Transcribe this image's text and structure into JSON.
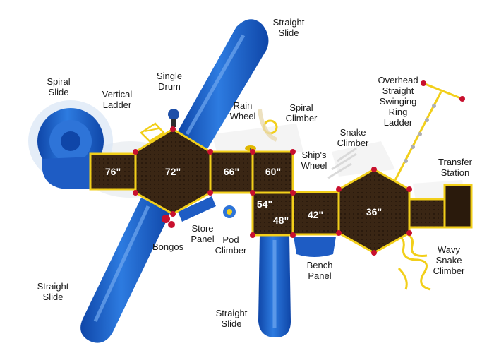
{
  "diagram": {
    "colors": {
      "deck": "#3a2614",
      "deck_dark": "#2a1a0c",
      "slide_blue": "#1e63c9",
      "slide_light": "#6fa6ee",
      "frame_yellow": "#f2cf1a",
      "post_red": "#c8102e",
      "roof_grey": "#d8d8d8"
    },
    "deck_heights": {
      "d76": "76\"",
      "d72": "72\"",
      "d66": "66\"",
      "d60": "60\"",
      "d54": "54\"",
      "d48": "48\"",
      "d42": "42\"",
      "d36": "36\""
    },
    "labels": {
      "spiral_slide": "Spiral\nSlide",
      "vertical_ladder": "Vertical\nLadder",
      "single_drum": "Single\nDrum",
      "straight_slide_top": "Straight\nSlide",
      "rain_wheel": "Rain\nWheel",
      "spiral_climber": "Spiral\nClimber",
      "snake_climber": "Snake\nClimber",
      "ships_wheel": "Ship's\nWheel",
      "overhead_ladder": "Overhead\nStraight\nSwinging\nRing\nLadder",
      "transfer_station": "Transfer\nStation",
      "bongos": "Bongos",
      "store_panel": "Store\nPanel",
      "pod_climber": "Pod\nClimber",
      "bench_panel": "Bench\nPanel",
      "wavy_snake_climber": "Wavy\nSnake\nClimber",
      "straight_slide_left": "Straight\nSlide",
      "straight_slide_bottom": "Straight\nSlide"
    }
  }
}
